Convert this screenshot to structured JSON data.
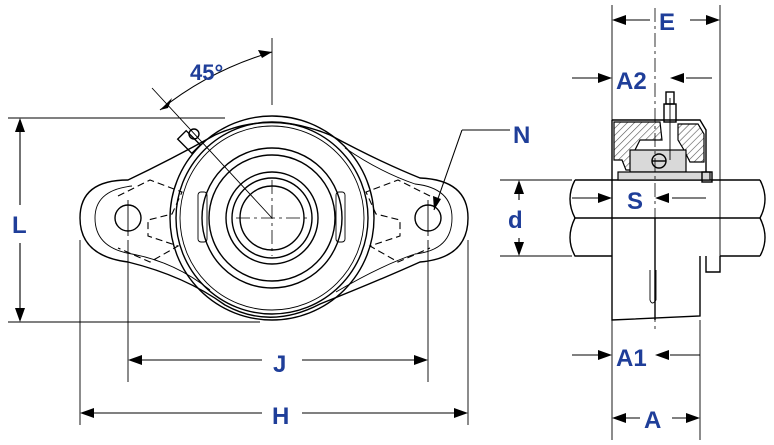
{
  "diagram": {
    "labels": {
      "angle": "45°",
      "N": "N",
      "L": "L",
      "J": "J",
      "H": "H",
      "E": "E",
      "A2": "A2",
      "S": "S",
      "d": "d",
      "A1": "A1",
      "A": "A"
    },
    "colors": {
      "label": "#1f3e99",
      "line": "#000000",
      "hatch": "#555555",
      "housing_fill": "#d9d9d9"
    }
  }
}
